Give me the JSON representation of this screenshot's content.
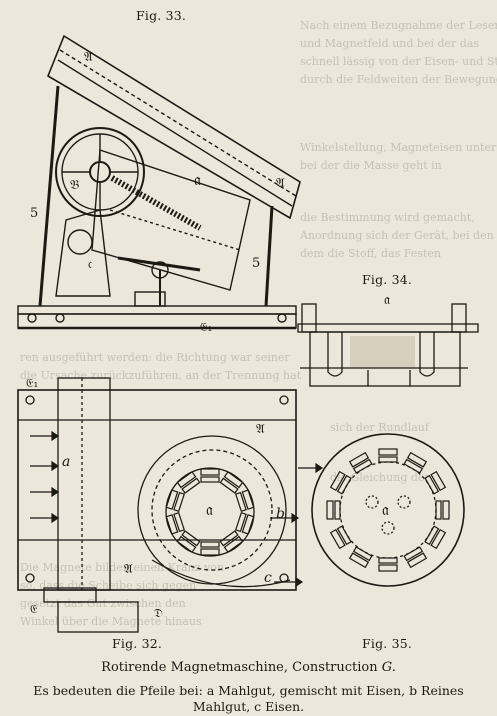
{
  "figures": {
    "fig33": "Fig. 33.",
    "fig34": "Fig. 34.",
    "fig32": "Fig. 32.",
    "fig35": "Fig. 35."
  },
  "labels": {
    "A": "𝔄",
    "a": "𝔞",
    "B": "𝔅",
    "C": "𝔠",
    "D": "𝔇",
    "E": "𝔈₁",
    "E2": "𝔈",
    "five": "5",
    "b": "b",
    "c": "c",
    "a_lower": "a"
  },
  "caption": {
    "title_main": "Rotirende Magnetmaschine, Construction ",
    "title_var": "G.",
    "legend_line1": "Es bedeuten die Pfeile bei: a Mahlgut, gemischt mit Eisen, b Reines",
    "legend_line2": "Mahlgut, c Eisen."
  }
}
